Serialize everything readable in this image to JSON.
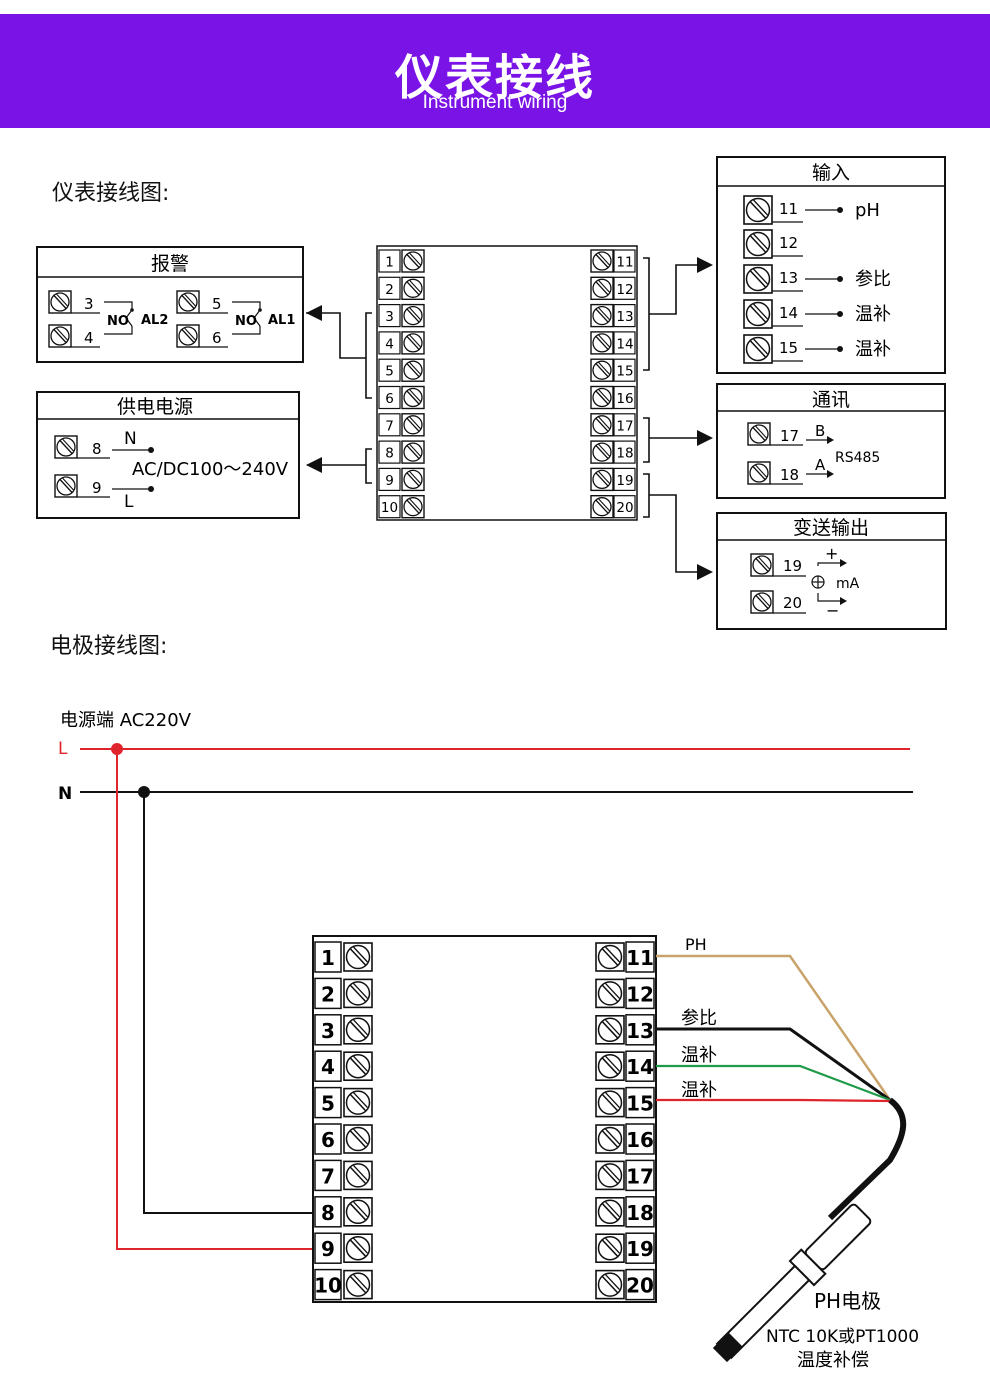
{
  "header": {
    "title": "仪表接线",
    "subtitle": "Instrument wiring"
  },
  "section1": {
    "label": "仪表接线图:"
  },
  "section2": {
    "label": "电极接线图:"
  },
  "alarm_box": {
    "title": "报警",
    "term_a": "3",
    "term_b": "4",
    "term_c": "5",
    "term_d": "6",
    "no_a": "NO",
    "no_b": "NO",
    "al2": "AL2",
    "al1": "AL1"
  },
  "power_box": {
    "title": "供电电源",
    "term_a": "8",
    "term_b": "9",
    "n": "N",
    "l": "L",
    "voltage": "AC/DC100～240V"
  },
  "input_box": {
    "title": "输入",
    "rows": [
      {
        "term": "11",
        "label": "pH"
      },
      {
        "term": "12",
        "label": ""
      },
      {
        "term": "13",
        "label": "参比"
      },
      {
        "term": "14",
        "label": "温补"
      },
      {
        "term": "15",
        "label": "温补"
      }
    ]
  },
  "comm_box": {
    "title": "通讯",
    "term_a": "17",
    "term_b": "18",
    "b": "B",
    "a": "A",
    "protocol": "RS485"
  },
  "transmit_box": {
    "title": "变送输出",
    "term_a": "19",
    "term_b": "20",
    "plus": "+",
    "minus": "−",
    "unit": "mA"
  },
  "terminal_block": {
    "left": [
      "1",
      "2",
      "3",
      "4",
      "5",
      "6",
      "7",
      "8",
      "9",
      "10"
    ],
    "right": [
      "11",
      "12",
      "13",
      "14",
      "15",
      "16",
      "17",
      "18",
      "19",
      "20"
    ]
  },
  "electrode_diagram": {
    "power_label": "电源端  AC220V",
    "line_l": "L",
    "line_n": "N",
    "wire_ph": "PH",
    "wire_ref": "参比",
    "wire_temp1": "温补",
    "wire_temp2": "温补",
    "probe_title": "PH电极",
    "probe_desc1": "NTC  10K或PT1000",
    "probe_desc2": "温度补偿"
  },
  "colors": {
    "banner": "#7a14e6",
    "wire_l": "#e0242c",
    "wire_n": "#111111",
    "wire_ph": "#c9a46a",
    "wire_temp_green": "#1f9a48",
    "wire_temp_red": "#e0242c"
  }
}
